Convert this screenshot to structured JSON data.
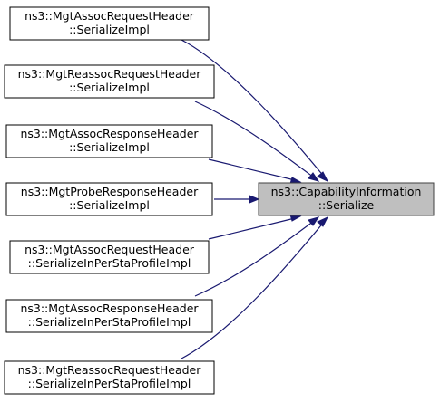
{
  "graph": {
    "target": {
      "line1": "ns3::CapabilityInformation",
      "line2": "::Serialize"
    },
    "callers": [
      {
        "line1": "ns3::MgtAssocRequestHeader",
        "line2": "::SerializeImpl"
      },
      {
        "line1": "ns3::MgtReassocRequestHeader",
        "line2": "::SerializeImpl"
      },
      {
        "line1": "ns3::MgtAssocResponseHeader",
        "line2": "::SerializeImpl"
      },
      {
        "line1": "ns3::MgtProbeResponseHeader",
        "line2": "::SerializeImpl"
      },
      {
        "line1": "ns3::MgtAssocRequestHeader",
        "line2": "::SerializeInPerStaProfileImpl"
      },
      {
        "line1": "ns3::MgtAssocResponseHeader",
        "line2": "::SerializeInPerStaProfileImpl"
      },
      {
        "line1": "ns3::MgtReassocRequestHeader",
        "line2": "::SerializeInPerStaProfileImpl"
      }
    ],
    "colors": {
      "edge": "#191970",
      "target_fill": "#bfbfbf",
      "node_fill": "#ffffff"
    }
  }
}
